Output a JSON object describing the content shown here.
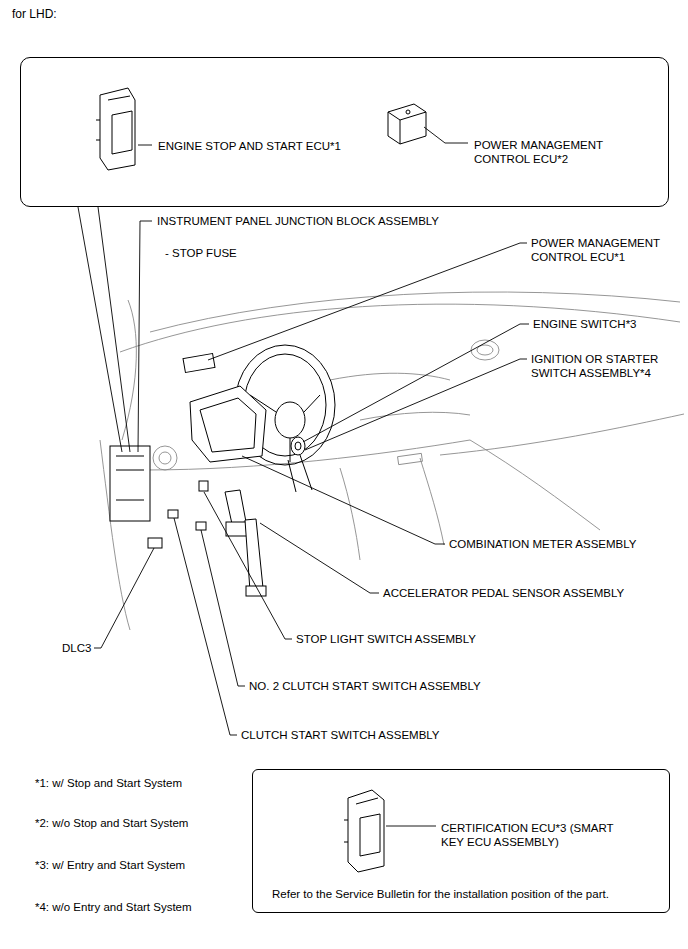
{
  "diagram": {
    "title": "for LHD:",
    "nodes": [
      {
        "text": [
          "ENGINE STOP AND START ECU*1",
          "POWER MANAGEMENT CONTROL ECU*2"
        ]
      },
      {
        "text": [
          "CERTIFICATION ECU*3 (SMART KEY ECU ASSEMBLY)",
          "Refer to the Service Bulletin for the installation position of the part."
        ]
      }
    ],
    "labels": [
      "INSTRUMENT PANEL JUNCTION BLOCK ASSEMBLY",
      "- STOP FUSE",
      "POWER MANAGEMENT CONTROL ECU*1",
      "ENGINE SWITCH*3",
      "IGNITION OR STARTER SWITCH ASSEMBLY*4",
      "COMBINATION METER ASSEMBLY",
      "ACCELERATOR PEDAL SENSOR ASSEMBLY",
      "STOP LIGHT SWITCH ASSEMBLY",
      "NO. 2 CLUTCH START SWITCH ASSEMBLY",
      "CLUTCH START SWITCH ASSEMBLY",
      "DLC3",
      "*1: w/ Stop and Start System",
      "*2: w/o Stop and Start System",
      "*3: w/ Entry and Start System",
      "*4: w/o Entry and Start System"
    ]
  }
}
